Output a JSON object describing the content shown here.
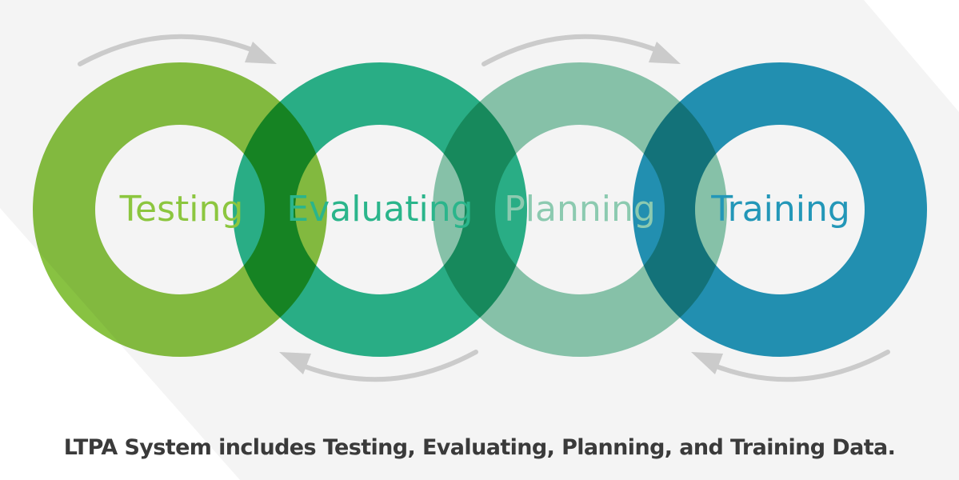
{
  "stages": [
    {
      "label": "Testing",
      "color": "#88c242",
      "text_color": "#8cc63f"
    },
    {
      "label": "Evaluating",
      "color": "#2bb58b",
      "text_color": "#2bb58b"
    },
    {
      "label": "Planning",
      "color": "#8ccab0",
      "text_color": "#8ccab0"
    },
    {
      "label": "Training",
      "color": "#2396b8",
      "text_color": "#2397b8"
    }
  ],
  "caption": "LTPA System includes Testing, Evaluating, Planning, and Training Data.",
  "colors": {
    "background": "#ffffff",
    "band": "#f4f4f4",
    "arrow": "#cbcbcb",
    "caption": "#3a3a3a"
  }
}
